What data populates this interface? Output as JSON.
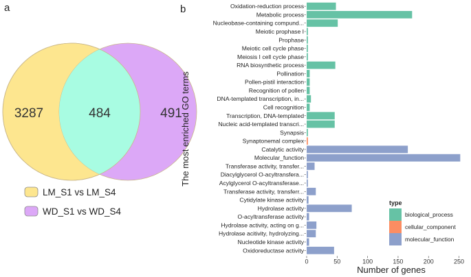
{
  "panels": {
    "a_label": "a",
    "b_label": "b"
  },
  "venn": {
    "left_only": "3287",
    "overlap": "484",
    "right_only": "491",
    "colors": {
      "left": "#fde68f",
      "right": "#dca8f7",
      "overlap": "#a8fce2",
      "stroke": "#c9b78a"
    },
    "legend": [
      {
        "label": "LM_S1 vs LM_S4",
        "color": "#fde68f"
      },
      {
        "label": "WD_S1 vs WD_S4",
        "color": "#dca8f7"
      }
    ]
  },
  "chart_data": {
    "type": "bar",
    "orientation": "horizontal",
    "ylabel": "The most enriched GO terms",
    "xlabel": "Number of genes",
    "xlim": [
      0,
      255
    ],
    "xticks": [
      0,
      50,
      100,
      150,
      200,
      250
    ],
    "grid": false,
    "legend_title": "type",
    "legend_position": "bottom-right",
    "series_types": [
      {
        "name": "biological_process",
        "color": "#66c2a5"
      },
      {
        "name": "cellular_component",
        "color": "#fc8d62"
      },
      {
        "name": "molecular_function",
        "color": "#8da0cb"
      }
    ],
    "categories": [
      "Oxidation-reduction process",
      "Metabolic process",
      "Nucleobase-containing compund...",
      "Meiotic prophase I",
      "Prophase",
      "Meiotic cell cycle phase",
      "Meiosis I cell cycle phase",
      "RNA biosynthetic process",
      "Pollination",
      "Pollen-pistil interaction",
      "Recognition of pollen",
      "DNA-templated transcription, in...",
      "Cell recognition",
      "Transcription, DNA-templated",
      "Nucleic acid-templated transcri...",
      "Synapsis",
      "Synaptonemal complex",
      "Catalytic activity",
      "Molecular_function",
      "Transferase activity, transfer...",
      "Diacylglycerol O-acyltransfera...",
      "Acylglycerol O-acyltransferase...",
      "Transferase activity, transferr...",
      "Cytidylate kinase activity",
      "Hydrolase activity",
      "O-acyltransferase activity",
      "Hydrolase activity, acting on g...",
      "Hydrolase acitivity, hydrolyzing...",
      "Nucleotide kinase activity",
      "Oxidoreductase activity"
    ],
    "values": [
      48,
      173,
      51,
      2,
      2,
      2,
      2,
      47,
      5,
      5,
      5,
      7,
      5,
      46,
      46,
      2,
      2,
      166,
      252,
      13,
      2,
      2,
      15,
      3,
      74,
      4,
      16,
      15,
      4,
      45
    ],
    "types": [
      0,
      0,
      0,
      0,
      0,
      0,
      0,
      0,
      0,
      0,
      0,
      0,
      0,
      0,
      0,
      0,
      1,
      2,
      2,
      2,
      2,
      2,
      2,
      2,
      2,
      2,
      2,
      2,
      2,
      2
    ]
  }
}
